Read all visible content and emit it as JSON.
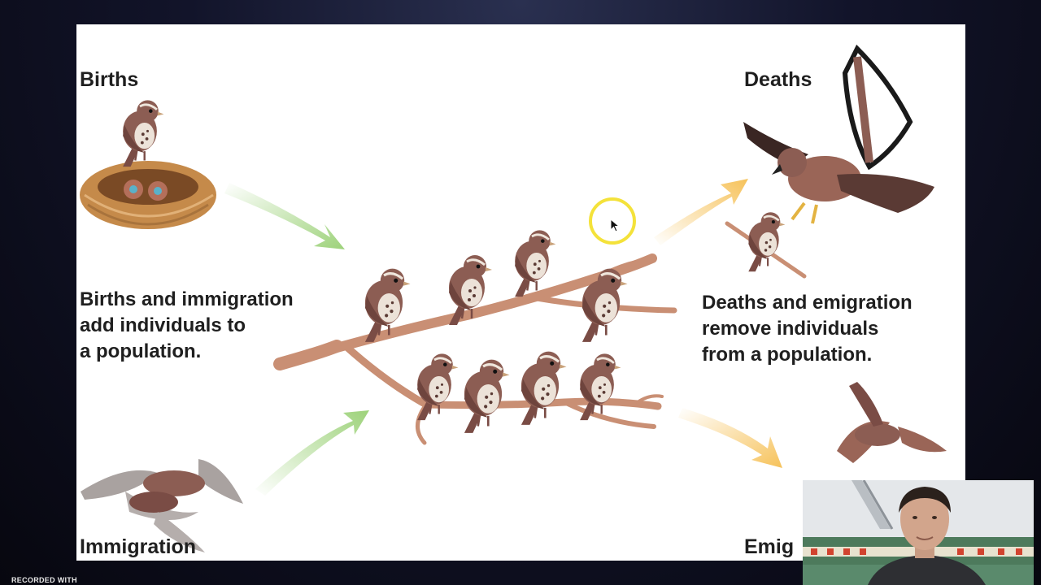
{
  "slide": {
    "births_label": "Births",
    "deaths_label": "Deaths",
    "immigration_label": "Immigration",
    "emigration_label": "Emig",
    "left_caption": "Births and immigration\nadd individuals to\na population.",
    "right_caption": "Deaths and emigration\nremove individuals\nfrom a population."
  },
  "colors": {
    "add_arrow": "#9dd27a",
    "remove_arrow": "#f6c25a",
    "branch": "#c98f74",
    "bird_body": "#8c5d53",
    "cursor_ring": "#f4e23a"
  },
  "overlay": {
    "watermark": "RECORDED WITH"
  }
}
